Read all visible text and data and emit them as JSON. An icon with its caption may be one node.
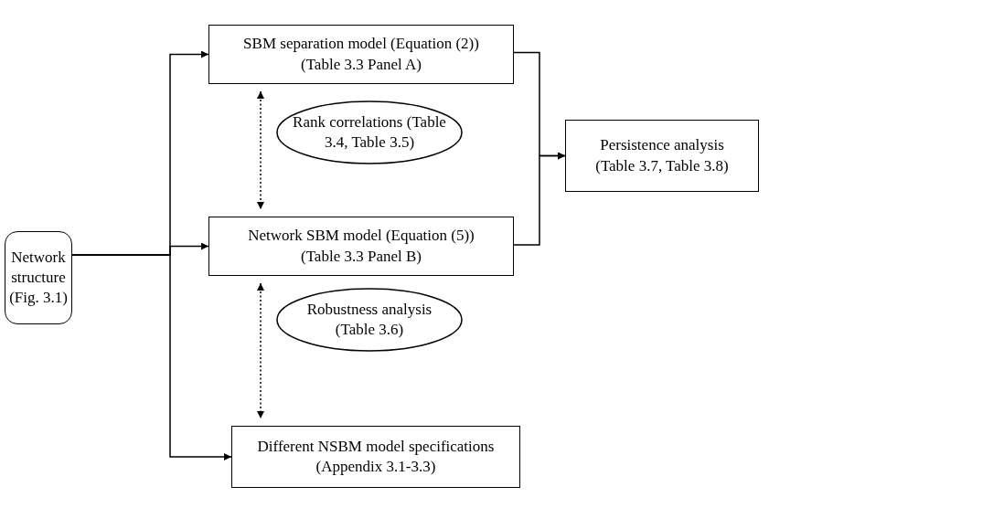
{
  "diagram": {
    "nodes": [
      {
        "text": [
          "Network structure (Fig. 3.1)"
        ]
      },
      {
        "text": [
          "SBM separation model (Equation (2)) (Table 3.3 Panel A)"
        ]
      },
      {
        "text": [
          "Rank correlations (Table 3.4, Table 3.5)"
        ]
      },
      {
        "text": [
          "Network SBM model (Equation (5)) (Table 3.3 Panel B)"
        ]
      },
      {
        "text": [
          "Robustness analysis (Table 3.6)"
        ]
      },
      {
        "text": [
          "Different NSBM model specifications (Appendix 3.1-3.3)"
        ]
      },
      {
        "text": [
          "Persistence analysis (Table 3.7, Table 3.8)"
        ]
      }
    ],
    "edges": [
      {
        "from": 0,
        "to": 1,
        "arrow": "to"
      },
      {
        "from": 0,
        "to": 3,
        "arrow": "to"
      },
      {
        "from": 0,
        "to": 5,
        "arrow": "to"
      },
      {
        "from": 1,
        "to": 3,
        "arrow": "both",
        "style": "dashed"
      },
      {
        "from": 3,
        "to": 5,
        "arrow": "both",
        "style": "dashed"
      },
      {
        "from": 1,
        "to": 6,
        "arrow": "to"
      },
      {
        "from": 3,
        "to": 6,
        "arrow": "to"
      }
    ]
  }
}
